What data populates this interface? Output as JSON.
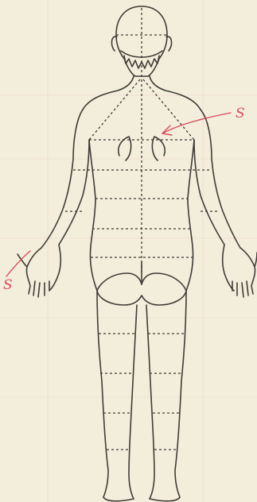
{
  "figure": {
    "view": "posterior",
    "annotation_marks": [
      {
        "id": "upper-back",
        "text": "S"
      },
      {
        "id": "left-hand",
        "text": "S"
      }
    ]
  },
  "colors": {
    "paper": "#f3eedc",
    "ink": "#3f3c37",
    "annotation": "#d8495b",
    "faint_grid": "#e9b9bf"
  }
}
